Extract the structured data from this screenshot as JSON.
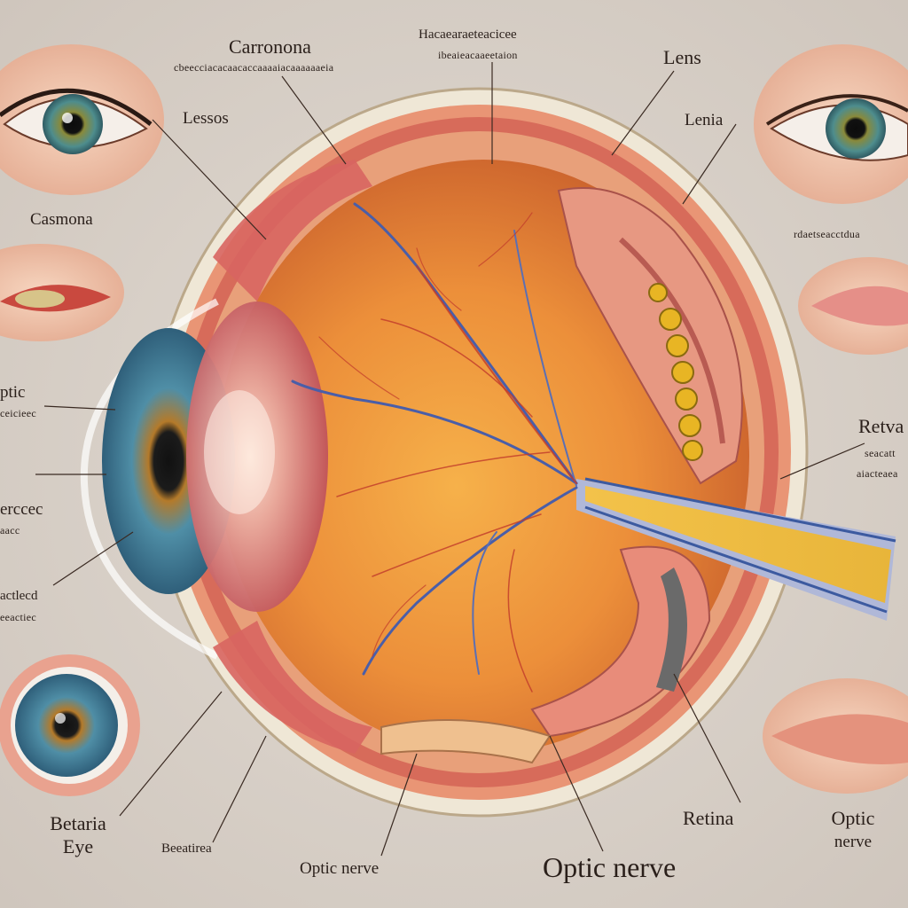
{
  "labels": {
    "top_cornea": "Carronona",
    "top_cornea_sub": "cbeecciacacaacaccaaaaiacaaaaaaeia",
    "top_middle": "Hacaearaeteacicee",
    "top_middle_sub": "ibeaieacaaeetaion",
    "lens_top": "Lens",
    "lesses": "Lessos",
    "lenia": "Lenia",
    "left_cornea": "Casmona",
    "right_small": "rdaetseacctdua",
    "optic_left": "ptic",
    "optic_left_sub": "ceicieec",
    "left_mid": "erccec",
    "left_mid_sub": "aacc",
    "left_low": "actlecd",
    "left_low_sub": "eeactiec",
    "retna": "Retva",
    "retna_sub1": "seacatt",
    "retna_sub2": "aiacteaea",
    "bottom_eye1": "Betaria",
    "bottom_eye2": "Eye",
    "bottom_small": "Beeatirea",
    "optic_nerve_small": "Optic nerve",
    "optic_nerve_big": "Optic nerve",
    "retina": "Retina",
    "optic_right1": "Optic",
    "optic_right2": "nerve"
  }
}
